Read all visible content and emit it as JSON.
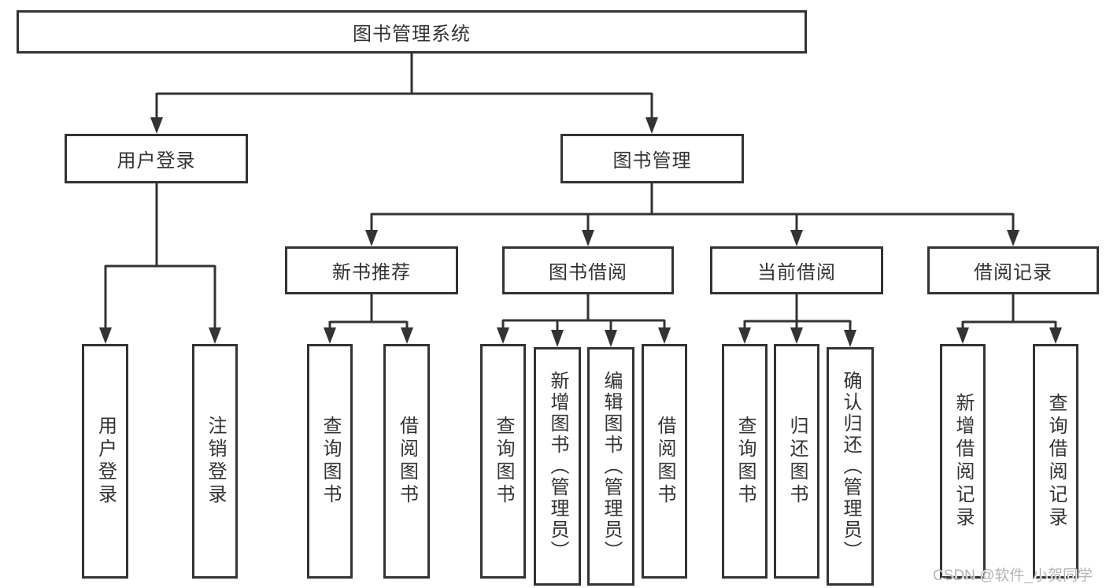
{
  "diagram_title": "图书管理系统",
  "watermark": "CSDN @软件_小贺同学",
  "colors": {
    "line": "#333333",
    "text": "#333333",
    "watermark": "#b5b5b5",
    "bg": "#ffffff"
  },
  "tree": {
    "label": "图书管理系统",
    "children": [
      {
        "label": "用户登录",
        "children": [
          {
            "label": "用户登录"
          },
          {
            "label": "注销登录"
          }
        ]
      },
      {
        "label": "图书管理",
        "children": [
          {
            "label": "新书推荐",
            "children": [
              {
                "label": "查询图书"
              },
              {
                "label": "借阅图书"
              }
            ]
          },
          {
            "label": "图书借阅",
            "children": [
              {
                "label": "查询图书"
              },
              {
                "label": "新增图书（管理员）"
              },
              {
                "label": "编辑图书（管理员）"
              },
              {
                "label": "借阅图书"
              }
            ]
          },
          {
            "label": "当前借阅",
            "children": [
              {
                "label": "查询图书"
              },
              {
                "label": "归还图书"
              },
              {
                "label": "确认归还（管理员）"
              }
            ]
          },
          {
            "label": "借阅记录",
            "children": [
              {
                "label": "新增借阅记录"
              },
              {
                "label": "查询借阅记录"
              }
            ]
          }
        ]
      }
    ]
  }
}
